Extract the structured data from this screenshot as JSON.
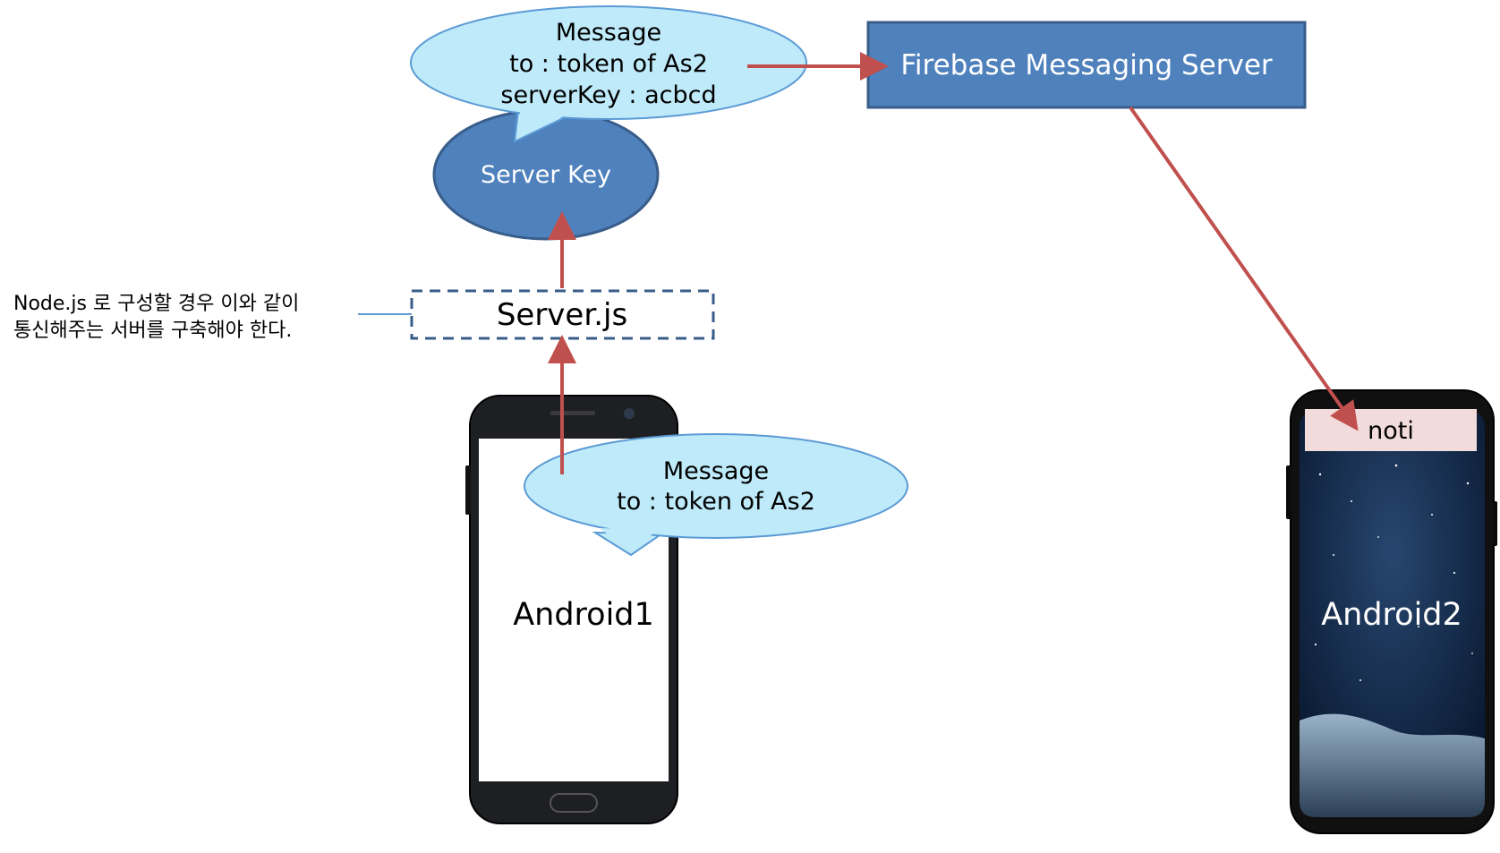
{
  "top_bubble": {
    "line1": "Message",
    "line2": "to : token of As2",
    "line3": "serverKey : acbcd"
  },
  "firebase_box": {
    "label": "Firebase Messaging Server"
  },
  "server_key": {
    "label": "Server Key"
  },
  "server_js": {
    "label": "Server.js"
  },
  "annotation": {
    "line1": "Node.js 로 구성할 경우 이와 같이",
    "line2": "통신해주는 서버를 구축해야 한다."
  },
  "phone1": {
    "label": "Android1"
  },
  "phone1_bubble": {
    "line1": "Message",
    "line2": "to : token of As2"
  },
  "phone2": {
    "label": "Android2",
    "notification": "noti"
  },
  "colors": {
    "arrow": "#c0504d",
    "bubble_fill": "#bfeafa",
    "bubble_stroke": "#5b9bd5",
    "box_fill": "#4f81bd",
    "box_stroke": "#385d8a"
  }
}
